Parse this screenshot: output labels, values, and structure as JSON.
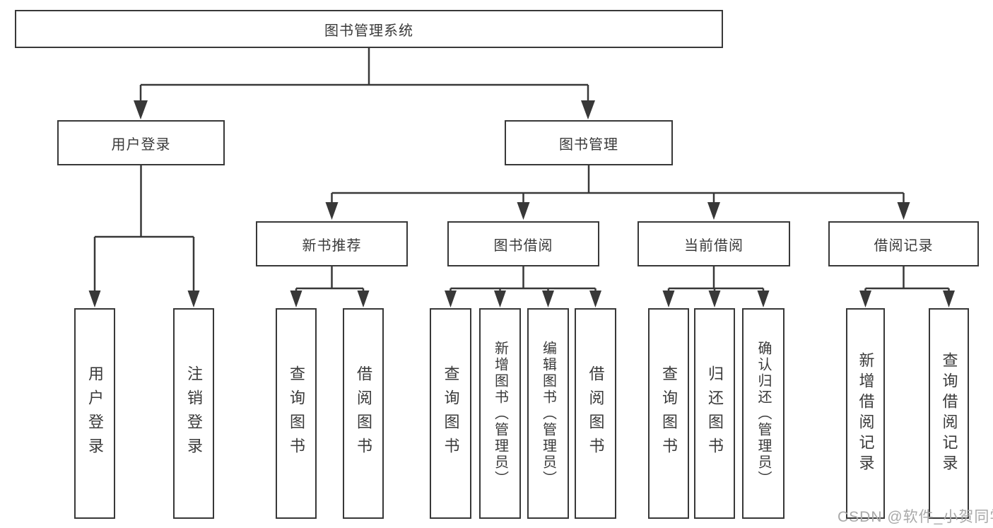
{
  "tree": {
    "label": "图书管理系统",
    "children": [
      {
        "label": "用户登录",
        "children": [
          {
            "label": "用户登录"
          },
          {
            "label": "注销登录"
          }
        ]
      },
      {
        "label": "图书管理",
        "children": [
          {
            "label": "新书推荐",
            "children": [
              {
                "label": "查询图书"
              },
              {
                "label": "借阅图书"
              }
            ]
          },
          {
            "label": "图书借阅",
            "children": [
              {
                "label": "查询图书"
              },
              {
                "label": "新增图书（管理员）"
              },
              {
                "label": "编辑图书（管理员）"
              },
              {
                "label": "借阅图书"
              }
            ]
          },
          {
            "label": "当前借阅",
            "children": [
              {
                "label": "查询图书"
              },
              {
                "label": "归还图书"
              },
              {
                "label": "确认归还（管理员）"
              }
            ]
          },
          {
            "label": "借阅记录",
            "children": [
              {
                "label": "新增借阅记录"
              },
              {
                "label": "查询借阅记录"
              }
            ]
          }
        ]
      }
    ]
  },
  "watermark": {
    "text": "CSDN @软件_小贺同学"
  },
  "colors": {
    "line": "#383838",
    "box_border": "#383838",
    "text": "#3a3a3a",
    "background": "#ffffff",
    "watermark": "#a9a9a9"
  }
}
